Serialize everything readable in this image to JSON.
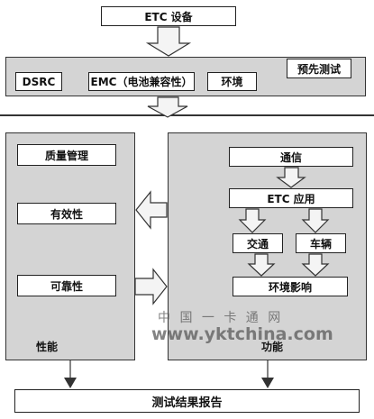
{
  "top_box": "ETC 设备",
  "pretest": {
    "items": [
      "DSRC",
      "EMC（电池兼容性）",
      "环境"
    ],
    "title": "预先测试"
  },
  "performance": {
    "items": [
      "质量管理",
      "有效性",
      "可靠性"
    ],
    "label": "性能"
  },
  "function": {
    "communication": "通信",
    "etc_app": "ETC 应用",
    "traffic": "交通",
    "vehicle": "车辆",
    "env_impact": "环境影响",
    "label": "功能"
  },
  "report": "测试结果报告",
  "watermark": {
    "cn": "中 国 一 卡 通 网",
    "url": "www.yktchina.com"
  }
}
